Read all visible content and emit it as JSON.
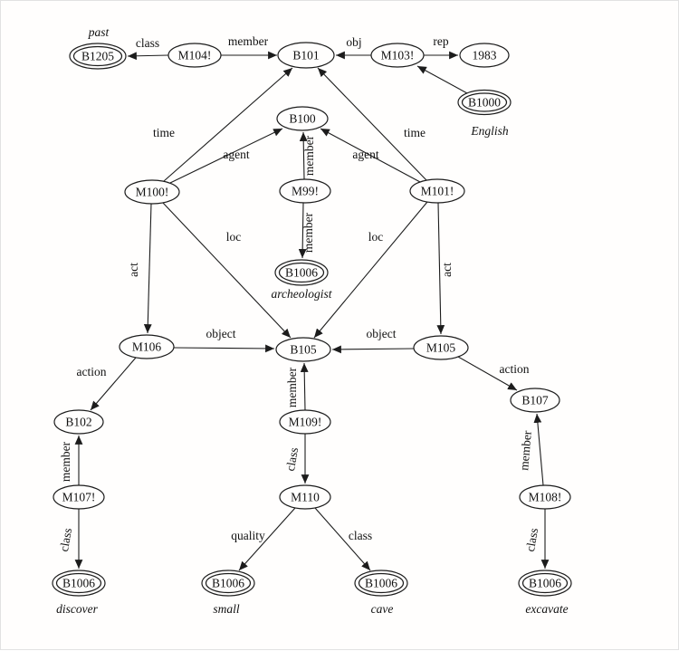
{
  "figure": {
    "type": "semantic-network-diagram",
    "background": "#ffffff",
    "line_color": "#1c1c1c"
  },
  "nodes": {
    "b1205": {
      "label": "B1205",
      "caption": "past",
      "shape": "double-ellipse"
    },
    "m104": {
      "label": "M104!",
      "shape": "ellipse"
    },
    "b101": {
      "label": "B101",
      "shape": "ellipse"
    },
    "m103": {
      "label": "M103!",
      "shape": "ellipse"
    },
    "y1983": {
      "label": "1983",
      "shape": "ellipse"
    },
    "b1000": {
      "label": "B1000",
      "caption": "English",
      "shape": "double-ellipse"
    },
    "b100": {
      "label": "B100",
      "shape": "ellipse"
    },
    "m100": {
      "label": "M100!",
      "shape": "ellipse"
    },
    "m99": {
      "label": "M99!",
      "shape": "ellipse"
    },
    "m101": {
      "label": "M101!",
      "shape": "ellipse"
    },
    "b1006_archeologist": {
      "label": "B1006",
      "caption": "archeologist",
      "shape": "double-ellipse"
    },
    "m106": {
      "label": "M106",
      "shape": "ellipse"
    },
    "b105": {
      "label": "B105",
      "shape": "ellipse"
    },
    "m105": {
      "label": "M105",
      "shape": "ellipse"
    },
    "b102": {
      "label": "B102",
      "shape": "ellipse"
    },
    "m109": {
      "label": "M109!",
      "shape": "ellipse"
    },
    "b107": {
      "label": "B107",
      "shape": "ellipse"
    },
    "m107": {
      "label": "M107!",
      "shape": "ellipse"
    },
    "m110": {
      "label": "M110",
      "shape": "ellipse"
    },
    "m108": {
      "label": "M108!",
      "shape": "ellipse"
    },
    "b1006_discover": {
      "label": "B1006",
      "caption": "discover",
      "shape": "double-ellipse"
    },
    "b1006_small": {
      "label": "B1006",
      "caption": "small",
      "shape": "double-ellipse"
    },
    "b1006_cave": {
      "label": "B1006",
      "caption": "cave",
      "shape": "double-ellipse"
    },
    "b1006_excavate": {
      "label": "B1006",
      "caption": "excavate",
      "shape": "double-ellipse"
    }
  },
  "edges": {
    "m104_to_b1205": {
      "label": "class"
    },
    "m104_to_b101": {
      "label": "member"
    },
    "m103_to_b101": {
      "label": "obj"
    },
    "m103_to_1983": {
      "label": "rep"
    },
    "b1000_to_m103": {
      "label": ""
    },
    "m100_to_b101": {
      "label": "time"
    },
    "m100_to_b100": {
      "label": "agent"
    },
    "m99_to_b100": {
      "label": "member"
    },
    "m99_to_b1006": {
      "label": "member"
    },
    "m101_to_b101": {
      "label": "time"
    },
    "m101_to_b100": {
      "label": "agent"
    },
    "m100_to_m106": {
      "label": "act"
    },
    "m100_to_b105": {
      "label": "loc"
    },
    "m101_to_b105": {
      "label": "loc"
    },
    "m101_to_m105": {
      "label": "act"
    },
    "m106_to_b105": {
      "label": "object"
    },
    "m105_to_b105": {
      "label": "object"
    },
    "m106_to_b102": {
      "label": "action"
    },
    "m107_to_b102": {
      "label": "member"
    },
    "m107_to_b1006": {
      "label": "class"
    },
    "m109_to_b105": {
      "label": "member"
    },
    "m109_to_m110": {
      "label": "class"
    },
    "m110_to_b1006_small": {
      "label": "quality"
    },
    "m110_to_b1006_cave": {
      "label": "class"
    },
    "m105_to_b107": {
      "label": "action"
    },
    "m108_to_b107": {
      "label": "member"
    },
    "m108_to_b1006": {
      "label": "class"
    }
  }
}
